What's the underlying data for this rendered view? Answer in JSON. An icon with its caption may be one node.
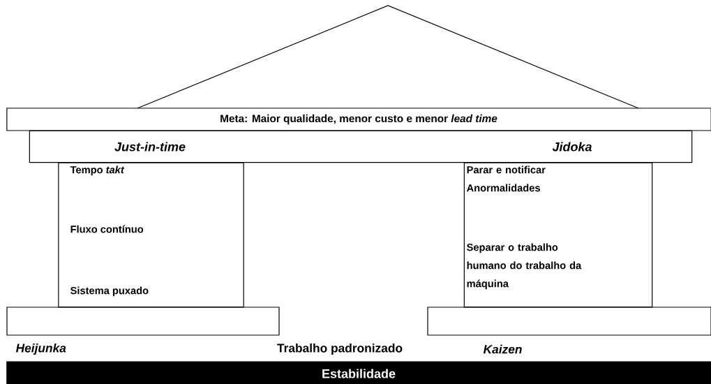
{
  "diagram": {
    "nodes": [
      {
        "text": [],
        "shape": "triangle"
      },
      {
        "text": [
          "Meta: Maior qualidade, menor custo e menor *lead time*"
        ]
      },
      {
        "text": [
          "Just-in-time",
          "Jidoka"
        ]
      },
      {
        "text": [
          "Tempo *takt*",
          "Fluxo contínuo",
          "Sistema puxado"
        ]
      },
      {
        "text": [
          "Parar e notificar Anormalidades",
          "Separar o trabalho humano do trabalho da máquina"
        ]
      },
      {
        "text": [],
        "shape": "box"
      },
      {
        "text": [],
        "shape": "box"
      },
      {
        "text": [
          "Estabilidade"
        ]
      }
    ],
    "labels": [
      "Heijunka",
      "Trabalho padronizado",
      "Kaizen"
    ]
  }
}
